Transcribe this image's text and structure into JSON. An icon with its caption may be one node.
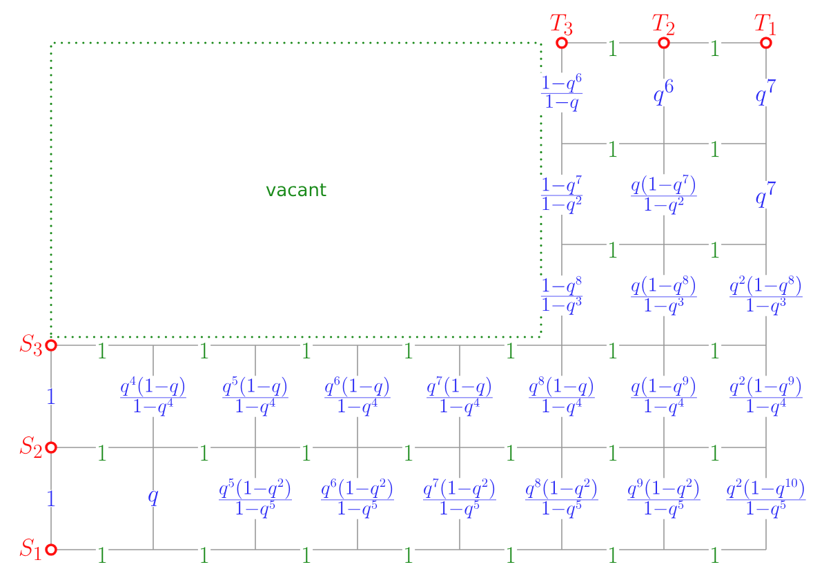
{
  "diagram": {
    "nodes": [
      {
        "text": [
          "vacant"
        ]
      },
      {
        "text": [
          "T_3"
        ]
      },
      {
        "text": [
          "T_2"
        ]
      },
      {
        "text": [
          "T_1"
        ]
      },
      {
        "text": [
          "S_3"
        ]
      },
      {
        "text": [
          "S_2"
        ]
      },
      {
        "text": [
          "S_1"
        ]
      }
    ],
    "labels": [
      "1",
      "1",
      "\\frac{1-q^6}{1-q}",
      "q^6",
      "q^7",
      "1",
      "1",
      "\\frac{1-q^7}{1-q^2}",
      "\\frac{q(1-q^7)}{1-q^2}",
      "q^7",
      "1",
      "1",
      "\\frac{1-q^8}{1-q^3}",
      "\\frac{q(1-q^8)}{1-q^3}",
      "\\frac{q^2(1-q^8)}{1-q^3}",
      "1",
      "1",
      "1",
      "1",
      "1",
      "1",
      "1",
      "1",
      "\\frac{q^4(1-q)}{1-q^4}",
      "\\frac{q^5(1-q)}{1-q^4}",
      "\\frac{q^6(1-q)}{1-q^4}",
      "\\frac{q^7(1-q)}{1-q^4}",
      "\\frac{q^8(1-q)}{1-q^4}",
      "\\frac{q(1-q^9)}{1-q^4}",
      "\\frac{q^2(1-q^9)}{1-q^4}",
      "1",
      "1",
      "1",
      "1",
      "1",
      "1",
      "1",
      "1",
      "q",
      "\\frac{q^5(1-q^2)}{1-q^5}",
      "\\frac{q^6(1-q^2)}{1-q^5}",
      "\\frac{q^7(1-q^2)}{1-q^5}",
      "\\frac{q^8(1-q^2)}{1-q^5}",
      "\\frac{q^9(1-q^2)}{1-q^5}",
      "\\frac{q^2(1-q^{10})}{1-q^5}",
      "1",
      "1",
      "1",
      "1",
      "1",
      "1",
      "1"
    ]
  }
}
